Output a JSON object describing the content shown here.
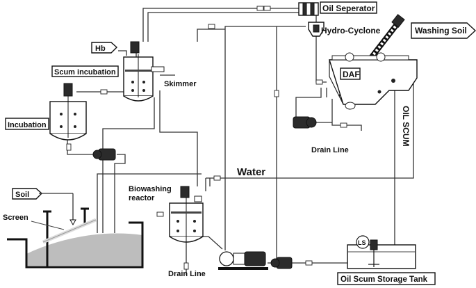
{
  "labels": {
    "oil_separator": "Oil Seperator",
    "hydro_cyclone": "Hydro-Cyclone",
    "washing_soil": "Washing Soil",
    "hb": "Hb",
    "scum_incubation": "Scum incubation",
    "skimmer": "Skimmer",
    "daf": "DAF",
    "incubation": "Incubation",
    "oil_scum": "OIL SCUM",
    "drain_line_right": "Drain Line",
    "water": "Water",
    "soil": "Soil",
    "biowashing_line1": "Biowashing",
    "biowashing_line2": "reactor",
    "screen": "Screen",
    "drain_line_bottom": "Drain Line",
    "ls": "LS",
    "oil_scum_storage_tank": "Oil Scum Storage Tank"
  },
  "colors": {
    "line": "#333333",
    "equipment_dark": "#2b2b2b",
    "soil_fill": "#bdbdbd",
    "background": "#ffffff"
  }
}
